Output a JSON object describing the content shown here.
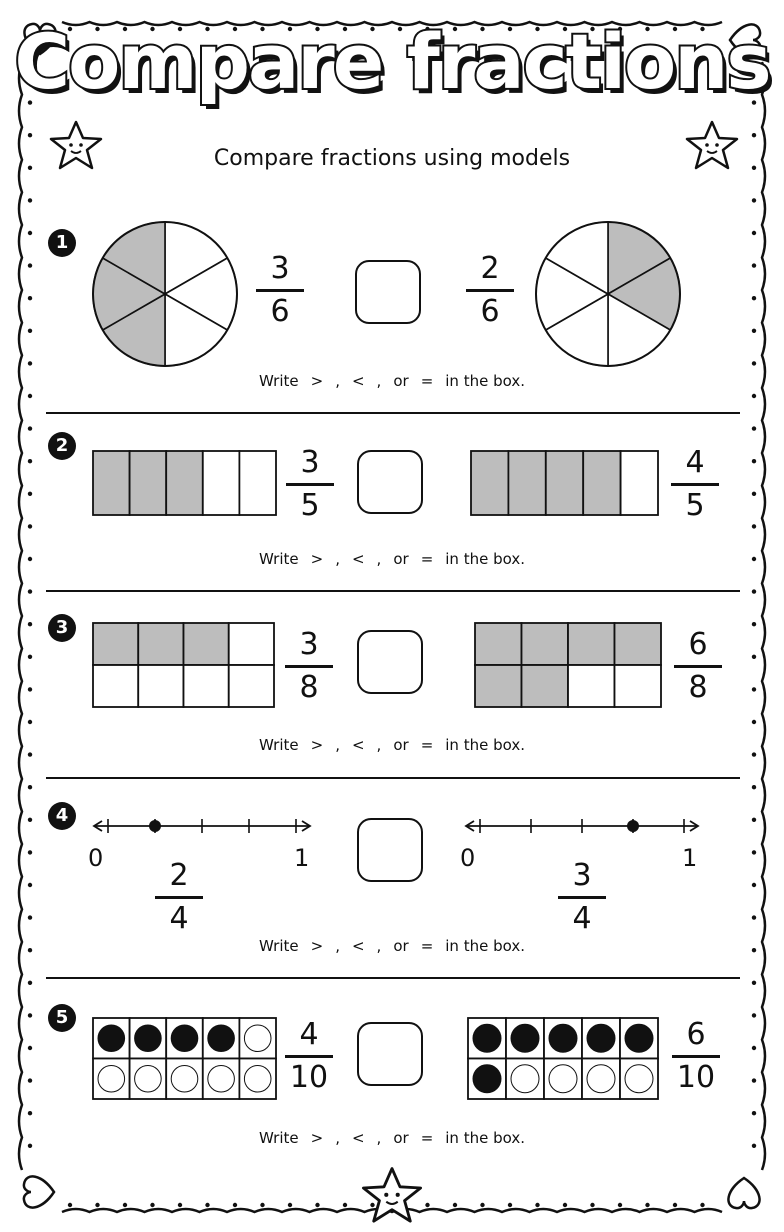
{
  "title": "Compare fractions",
  "subtitle": "Compare fractions using models",
  "instruction": {
    "write": "Write",
    "gt": ">",
    "comma1": ",",
    "lt": "<",
    "comma2": ",",
    "or": "or",
    "eq": "=",
    "tail": "in the box."
  },
  "colors": {
    "shade": "#bdbdbd",
    "ink": "#111111",
    "paper": "#ffffff"
  },
  "problems": [
    {
      "number": "1",
      "model": "circle",
      "left": {
        "num": "3",
        "den": "6",
        "parts": 6,
        "shaded": 3
      },
      "right": {
        "num": "2",
        "den": "6",
        "parts": 6,
        "shaded": 2
      }
    },
    {
      "number": "2",
      "model": "strip",
      "left": {
        "num": "3",
        "den": "5",
        "parts": 5,
        "shaded": 3
      },
      "right": {
        "num": "4",
        "den": "5",
        "parts": 5,
        "shaded": 4
      }
    },
    {
      "number": "3",
      "model": "grid",
      "left": {
        "num": "3",
        "den": "8",
        "cols": 4,
        "rows": 2,
        "shaded": 3
      },
      "right": {
        "num": "6",
        "den": "8",
        "cols": 4,
        "rows": 2,
        "shaded": 6
      }
    },
    {
      "number": "4",
      "model": "number-line",
      "left": {
        "num": "2",
        "den": "4",
        "start": "0",
        "end": "1",
        "point": 0.25
      },
      "right": {
        "num": "3",
        "den": "4",
        "start": "0",
        "end": "1",
        "point": 0.75
      }
    },
    {
      "number": "5",
      "model": "ten-frame",
      "left": {
        "num": "4",
        "den": "10",
        "filled": 4
      },
      "right": {
        "num": "6",
        "den": "10",
        "filled": 6
      }
    }
  ],
  "icons": {
    "corner": "heart-icon",
    "star": "star-icon"
  }
}
